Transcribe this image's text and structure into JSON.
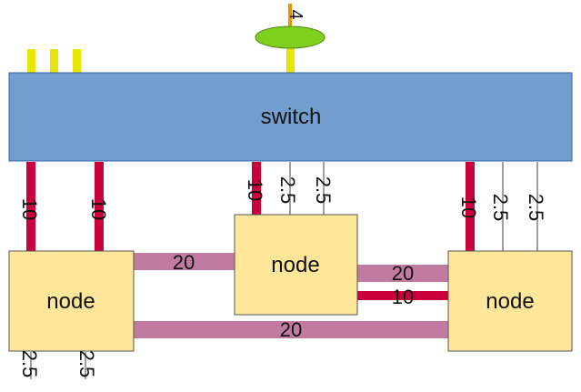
{
  "switch": {
    "label": "switch"
  },
  "nodes": [
    {
      "label": "node"
    },
    {
      "label": "node"
    },
    {
      "label": "node"
    }
  ],
  "uplink": {
    "label": "4"
  },
  "switch_links": [
    {
      "label": "10"
    },
    {
      "label": "10"
    },
    {
      "label": "10"
    },
    {
      "label": "2.5"
    },
    {
      "label": "2.5"
    },
    {
      "label": "10"
    },
    {
      "label": "2.5"
    },
    {
      "label": "2.5"
    }
  ],
  "node_links": [
    {
      "label": "20"
    },
    {
      "label": "20"
    },
    {
      "label": "10"
    },
    {
      "label": "20"
    }
  ],
  "bottom_links": [
    {
      "label": "2.5"
    },
    {
      "label": "2.5"
    }
  ],
  "colors": {
    "switch_fill": "#729fcf",
    "switch_border": "#3465a4",
    "node_fill": "#ffe699",
    "node_border": "#555555",
    "link_10": "#c9003c",
    "link_2_5": "#a0a0a0",
    "link_20": "#c27ba0",
    "port_yellow": "#e6e600",
    "uplink_orange": "#e69500",
    "ellipse_green": "#7fcf1e",
    "ellipse_border": "#4e8c12"
  }
}
